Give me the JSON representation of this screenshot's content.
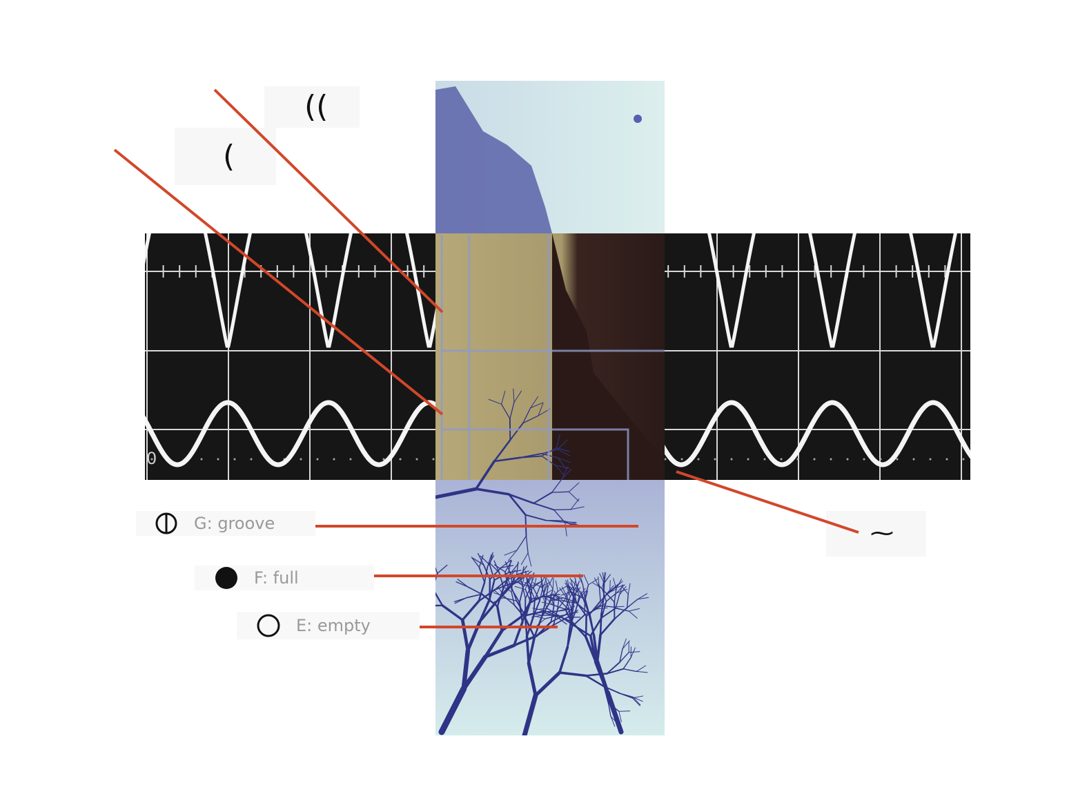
{
  "annotations": {
    "double_paren": "((",
    "single_paren": "(",
    "tilde_mark": "⁓"
  },
  "scope": {
    "zero_label": "0"
  },
  "legend": [
    {
      "icon": "circle-vertical-bar-icon",
      "label": "G: groove"
    },
    {
      "icon": "filled-circle-icon",
      "label": "F: full"
    },
    {
      "icon": "empty-circle-icon",
      "label": "E: empty"
    }
  ],
  "colors": {
    "leader": "#d2472a",
    "scope_bg": "#161616",
    "trace": "#f2f2f2",
    "tan": "#c9ba86",
    "vein": "#3b3f8f",
    "paper": "#d9ecec"
  }
}
